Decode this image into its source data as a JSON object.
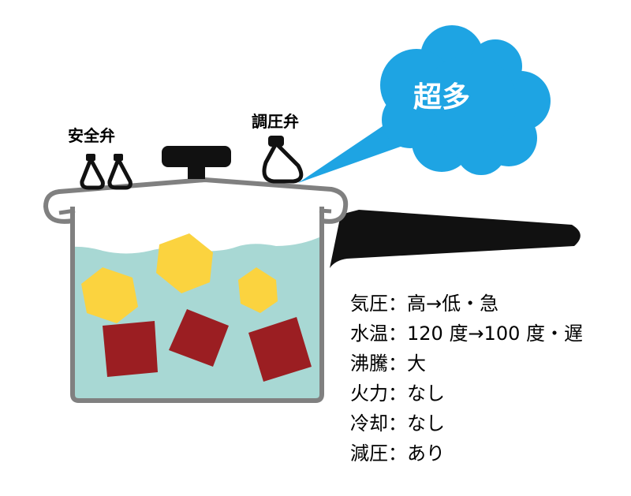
{
  "labels": {
    "safety_valve": "安全弁",
    "pressure_valve": "調圧弁",
    "steam_amount": "超多"
  },
  "colors": {
    "steam_blue": "#1EA4E3",
    "water": "#A8D8D4",
    "pot_outline": "#808080",
    "handle": "#111111",
    "food_yellow": "#FBD33F",
    "food_red": "#9B1E22"
  },
  "conditions": [
    {
      "name": "気圧",
      "sep": "：",
      "value": "高→低・急"
    },
    {
      "name": "水温",
      "sep": "：",
      "value": "120 度→100 度・遅"
    },
    {
      "name": "沸騰",
      "sep": "：",
      "value": "大"
    },
    {
      "name": "火力",
      "sep": "：",
      "value": "なし"
    },
    {
      "name": "冷却",
      "sep": "：",
      "value": "なし"
    },
    {
      "name": "減圧",
      "sep": "：",
      "value": "あり"
    }
  ]
}
